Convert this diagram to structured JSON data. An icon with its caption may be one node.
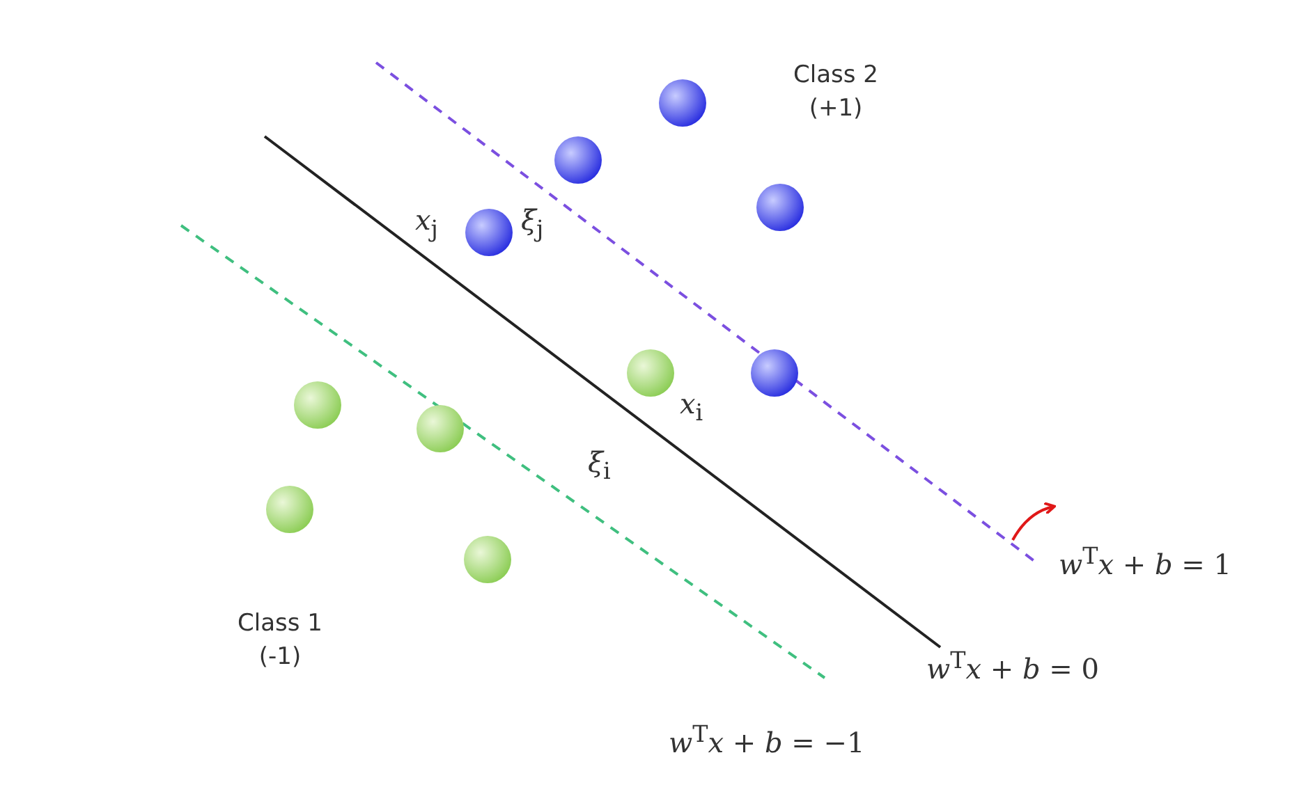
{
  "diagram": {
    "labels": [
      "Class 2 (+1)",
      "*x*$_{j}$",
      "*ξ*$_{j}$",
      "*x*$_{i}$",
      "*ξ*$_{i}$",
      "Class 1 (-1)",
      "*w*$^{T}$*x* + *b* = 1",
      "*w*$^{T}$*x* + *b* = 0",
      "*w*$^{T}$*x* + *b* = −1"
    ]
  }
}
